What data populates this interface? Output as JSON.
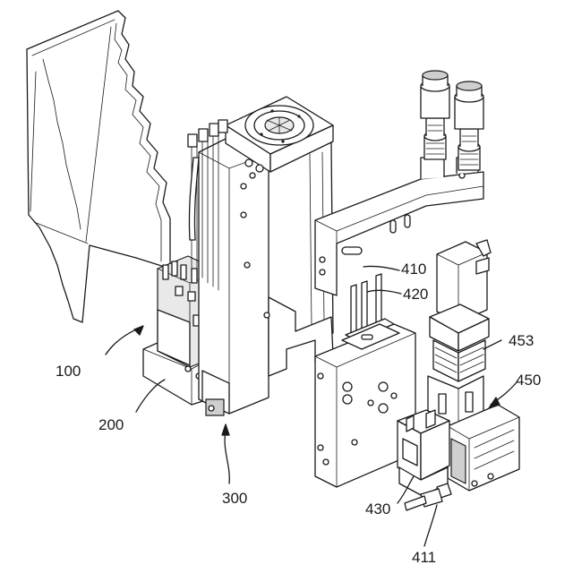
{
  "labels": {
    "r100": "100",
    "r200": "200",
    "r300": "300",
    "r410": "410",
    "r411": "411",
    "r420": "420",
    "r430": "430",
    "r450": "450",
    "r453": "453"
  }
}
